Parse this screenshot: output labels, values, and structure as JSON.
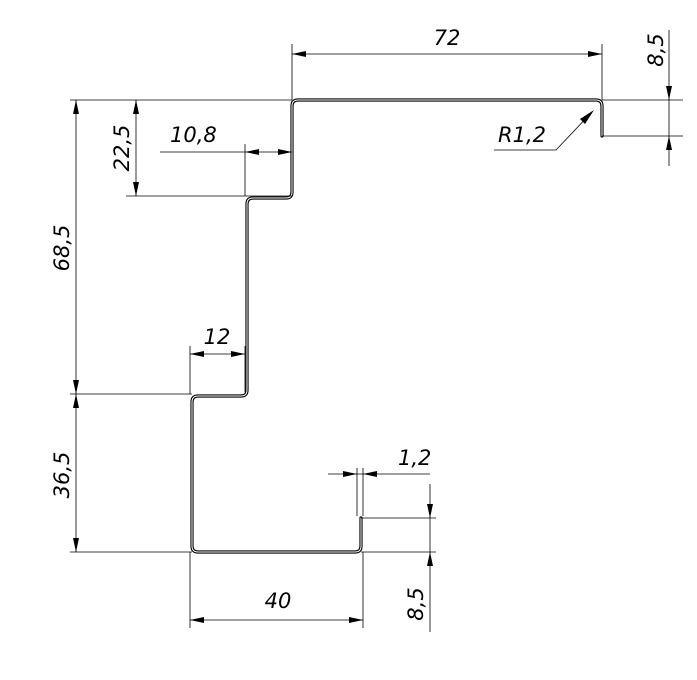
{
  "drawing": {
    "dimensions": {
      "top_width": "72",
      "right_flange": "8,5",
      "bend_radius": "R1,2",
      "upper_step_height": "22,5",
      "upper_step_width": "10,8",
      "middle_height": "68,5",
      "lower_step_width": "12",
      "lower_height": "36,5",
      "bottom_lip_thickness": "1,2",
      "bottom_width": "40",
      "bottom_lip_height": "8,5"
    },
    "colors": {
      "line": "#000000",
      "background": "#ffffff"
    }
  }
}
